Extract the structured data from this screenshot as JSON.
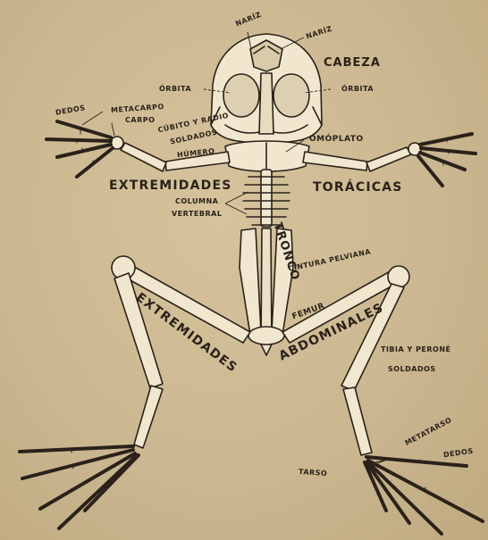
{
  "colors": {
    "paper": "#cbb891",
    "bone": "#f1e7cf",
    "ink": "#2a221a",
    "shade": "#7a6a52"
  },
  "labels": {
    "nariz_left": "NARÍZ",
    "nariz_right": "NARÍZ",
    "cabeza": "CABEZA",
    "orbita_left": "ÓRBITA",
    "orbita_right": "ÓRBITA",
    "dedos_hand": "DEDOS",
    "metacarpo": "METACARPO",
    "carpo": "CARPO",
    "cubito_radio_1": "CÚBITO Y RADIO",
    "cubito_radio_2": "SOLDADOS",
    "humero": "HÚMERO",
    "omoplato": "OMÓPLATO",
    "extremidades_top": "EXTREMIDADES",
    "toracicas": "TORÁCICAS",
    "columna_1": "COLUMNA",
    "columna_2": "VERTEBRAL",
    "tronco": "TRONCO",
    "cintura_pelviana": "CINTURA PELVIANA",
    "extremidades_bottom": "EXTREMIDADES",
    "femur": "FEMUR",
    "abdominales": "ABDOMINALES",
    "tibia_perone_1": "TIBIA Y PERONÉ",
    "tibia_perone_2": "SOLDADOS",
    "metatarso": "METATARSO",
    "dedos_foot": "DEDOS",
    "tarso": "TARSO"
  }
}
